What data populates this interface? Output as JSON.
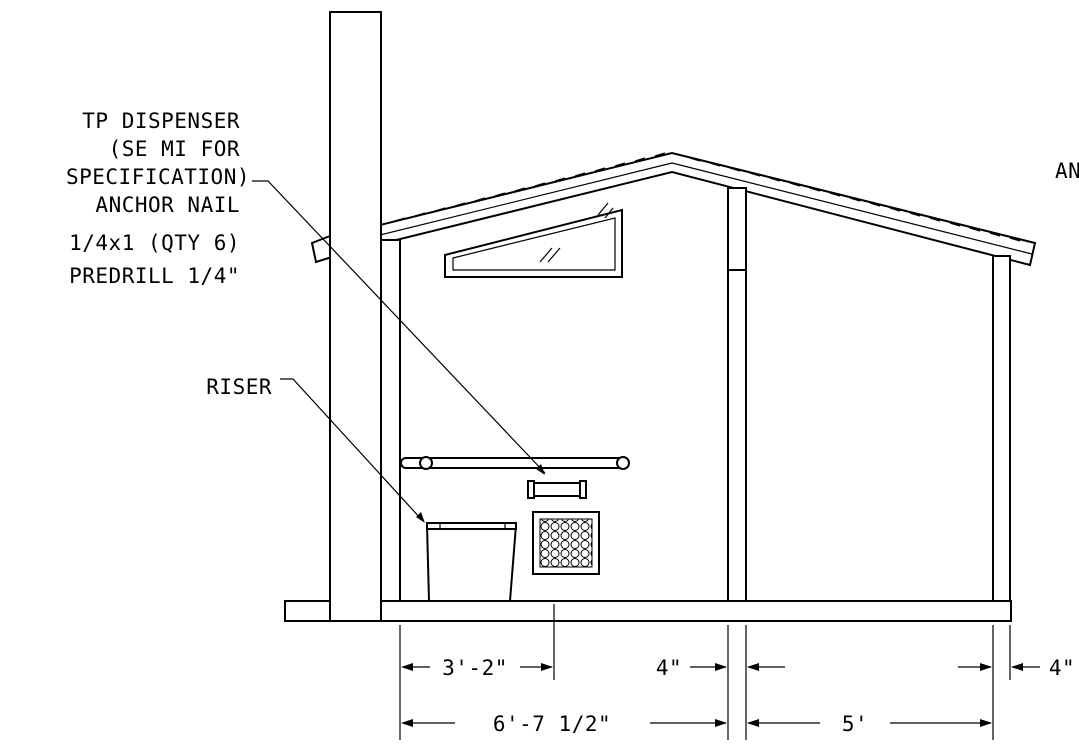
{
  "labels": {
    "tp_dispenser": [
      "TP DISPENSER",
      "(SE MI FOR",
      "SPECIFICATION)",
      "ANCHOR NAIL",
      "1/4x1 (QTY 6)",
      "PREDRILL 1/4\""
    ],
    "riser": "RISER",
    "cut_off_right": "AN"
  },
  "dimensions": {
    "dim_riser": "3'-2\"",
    "dim_wall_a": "4\"",
    "dim_wall_b": "4\"",
    "dim_left_room": "6'-7 1/2\"",
    "dim_right_room": "5'"
  },
  "colors": {
    "line": "#000000",
    "background": "#ffffff"
  }
}
